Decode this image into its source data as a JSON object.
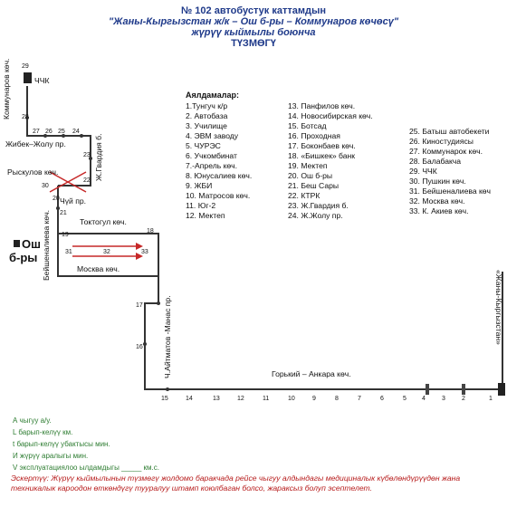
{
  "header": {
    "line1": "№ 102 автобустук каттамдын",
    "line2": "\"Жаны-Кыргызстан ж/к – Ош б-ры – Коммунаров көчөсү\"",
    "line3": "жүрүү кыймылы боюнча",
    "line4": "ТҮЗМӨГҮ"
  },
  "stops_title": "Аялдамалар:",
  "stops": [
    "1.Тунгуч к/р",
    "2. Автобаза",
    "3. Училище",
    "4.  ЭВМ заводу",
    "5. ЧУРЭС",
    "6. Учкомбинат",
    "7.-Апрель көч.",
    "8. Юнусалиев көч.",
    "9. ЖБИ",
    "10. Матросов көч.",
    "11. Юг-2",
    "12. Мектеп",
    "13. Панфилов көч.",
    "14. Новосибирская көч.",
    "15. Ботсад",
    "16. Проходная",
    "17. Боконбаев көч.",
    "18.  «Бишкек» банк",
    "19.  Мектеп",
    "20. Ош б-ры",
    "21. Беш Сары",
    "22. КТРК",
    "23. Ж.Гвардия б.",
    "24. Ж.Жолу пр.",
    "25. Батыш автобекети",
    "26. Киностудиясы",
    "27. Коммунарок көч.",
    "28. Балабакча",
    "29. ЧЧК",
    "30. Пушкин көч.",
    "31. Бейшеналиева көч",
    "32. Москва көч.",
    "33. К. Акиев көч."
  ],
  "map": {
    "street_kommunarov": "Коммунаров көч.",
    "chchk": "ЧЧК",
    "zhibek": "Жибек–Жолу пр.",
    "zh_gvardia": "Ж.Гвардия б.",
    "ryskulov": "Рыскулов көч.",
    "chui": "Чүй пр.",
    "toktogul": "Токтогул көч.",
    "beishenalieva": "Бейшеналиева көч.",
    "osh1": "Ош",
    "osh2": "б-ры",
    "moskva": "Москва көч.",
    "aitmatov": "Ч.Айтматов -Манас пр.",
    "gorkiy": "Горький – Анкара көч.",
    "zhany": "«Жаны-Кыргызстан»",
    "n29": "29",
    "n28": "28",
    "n27": "27",
    "n26": "26",
    "n25": "25",
    "n24": "24",
    "n23": "23",
    "n22": "22",
    "n30": "30",
    "n20": "20",
    "n21": "21",
    "n19": "19",
    "n31": "31",
    "n32": "32",
    "n33": "33",
    "n18": "18",
    "n17": "17",
    "n16": "16",
    "n15": "15",
    "n14": "14",
    "n13": "13",
    "n12": "12",
    "n11": "11",
    "n10": "10",
    "n9": "9",
    "n8": "8",
    "n7": "7",
    "n6": "6",
    "n5": "5",
    "n4": "4",
    "n3": "3",
    "n2": "2",
    "n1": "1"
  },
  "legend": {
    "l1": "А чыгуу        а/у.",
    "l2": "L барып-келүү            км.",
    "l3": "t барып-келүү убактысы          мин.",
    "l4": "И жүрүү аралыгы          мин.",
    "l5": "V эксплуатациялоо ылдамдыгы _____ км.с."
  },
  "note": "Эскертүү: Жүрүү кыймылынын түзмөгү жолдомо баракчада рейсе чыгуу алдындагы медициналык күбөлөндүрүүдөн жана техникалык кароодон өткөндүгү тууралуу штамп коюлбаган болсо, жараксыз болуп эсептелет.",
  "colors": {
    "title": "#1f3a8a",
    "route": "#333333",
    "legend": "#2e7d32",
    "note": "#b71c1c",
    "arrow": "#c62828"
  }
}
